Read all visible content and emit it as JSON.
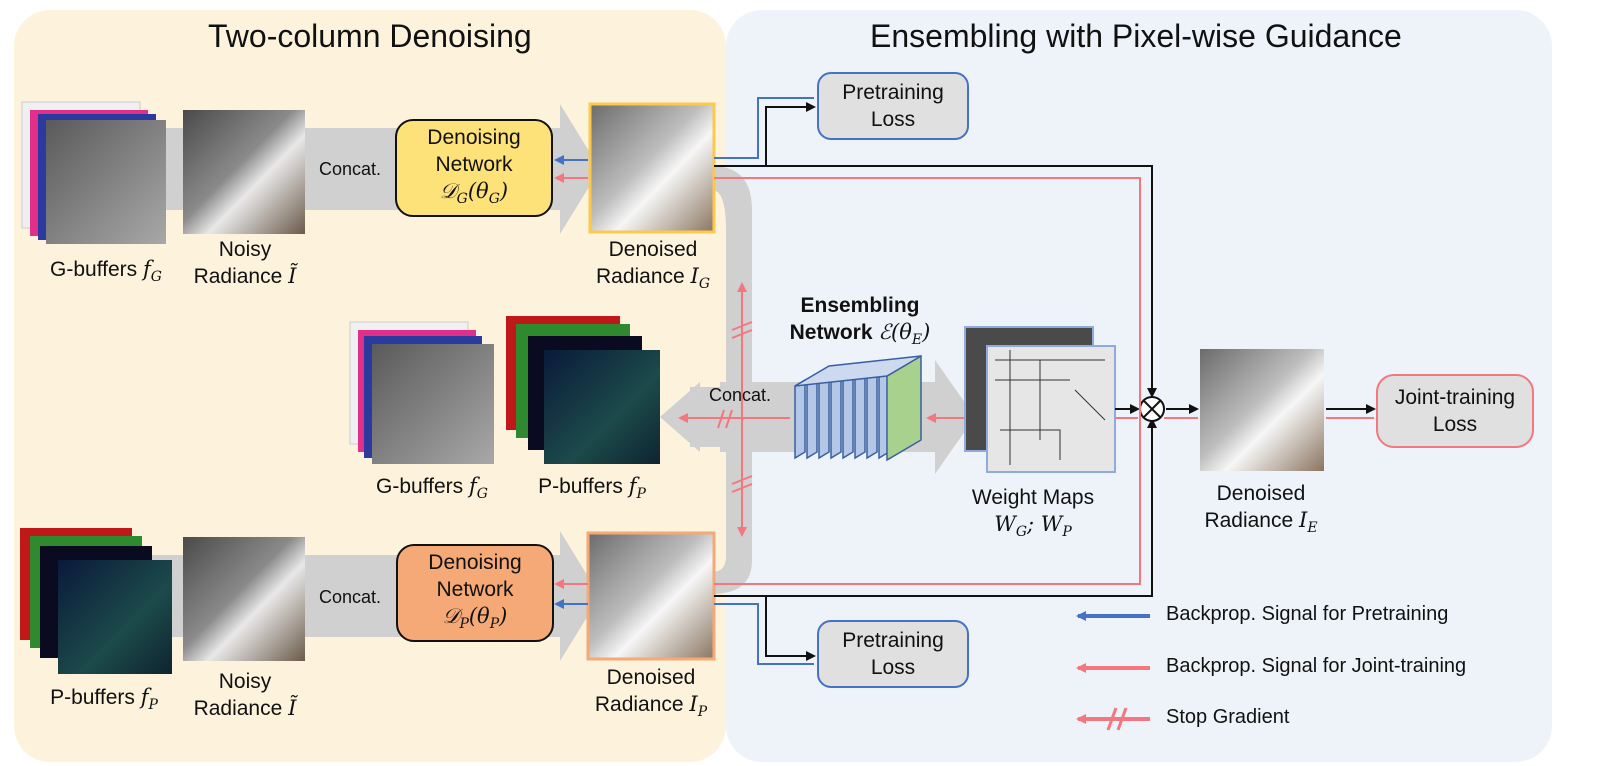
{
  "panels": {
    "left_title": "Two-column Denoising",
    "right_title": "Ensembling with Pixel-wise Guidance"
  },
  "top_branch": {
    "gbuffers_label": "G-buffers",
    "gbuffers_symbol": "f",
    "gbuffers_sub": "G",
    "noisy_line1": "Noisy",
    "noisy_line2": "Radiance",
    "noisy_symbol": "Ĩ",
    "concat": "Concat.",
    "network_line1": "Denoising",
    "network_line2": "Network",
    "network_formula": "𝒟_G(θ_G)",
    "network_color": "#fde27a",
    "denoised_line1": "Denoised",
    "denoised_line2": "Radiance",
    "denoised_symbol": "I",
    "denoised_sub": "G"
  },
  "bottom_branch": {
    "pbuffers_label": "P-buffers",
    "pbuffers_symbol": "f",
    "pbuffers_sub": "P",
    "noisy_line1": "Noisy",
    "noisy_line2": "Radiance",
    "noisy_symbol": "Ĩ",
    "concat": "Concat.",
    "network_line1": "Denoising",
    "network_line2": "Network",
    "network_formula": "𝒟_P(θ_P)",
    "network_color": "#f4a976",
    "denoised_line1": "Denoised",
    "denoised_line2": "Radiance",
    "denoised_symbol": "I",
    "denoised_sub": "P"
  },
  "middle": {
    "gbuffers_label": "G-buffers",
    "gbuffers_symbol": "f",
    "gbuffers_sub": "G",
    "pbuffers_label": "P-buffers",
    "pbuffers_symbol": "f",
    "pbuffers_sub": "P",
    "concat": "Concat.",
    "ensemble_line1": "Ensembling",
    "ensemble_line2": "Network",
    "ensemble_formula": "ℰ(θ_E)",
    "weight_line1": "Weight Maps",
    "weight_formula": "W_G; W_P"
  },
  "output": {
    "denoised_line1": "Denoised",
    "denoised_line2": "Radiance",
    "denoised_symbol": "I",
    "denoised_sub": "E",
    "joint_loss_line1": "Joint-training",
    "joint_loss_line2": "Loss"
  },
  "losses": {
    "pretrain_top_line1": "Pretraining",
    "pretrain_top_line2": "Loss",
    "pretrain_bottom_line1": "Pretraining",
    "pretrain_bottom_line2": "Loss"
  },
  "legend": {
    "pretraining": "Backprop. Signal for Pretraining",
    "joint": "Backprop. Signal for Joint-training",
    "stop": "Stop Gradient"
  },
  "colors": {
    "left_panel": "#fdf3dc",
    "right_panel": "#eef3f9",
    "pretraining_signal": "#4472c4",
    "joint_signal": "#f4777f",
    "gray_flow": "#d0d0d0",
    "ensemble_layers": "#b4c7e7",
    "ensemble_last": "#a9d18e"
  }
}
